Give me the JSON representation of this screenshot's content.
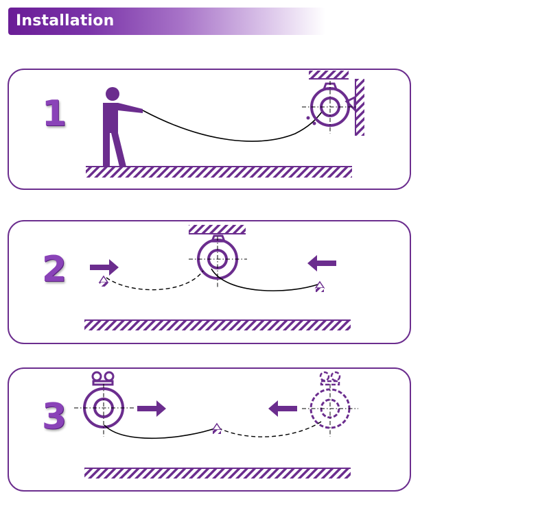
{
  "header": {
    "title": "Installation"
  },
  "steps": [
    {
      "number": "1"
    },
    {
      "number": "2"
    },
    {
      "number": "3"
    }
  ],
  "colors": {
    "accent": "#6b2d8e",
    "accent_light": "#8a43b8",
    "line": "#000000"
  }
}
